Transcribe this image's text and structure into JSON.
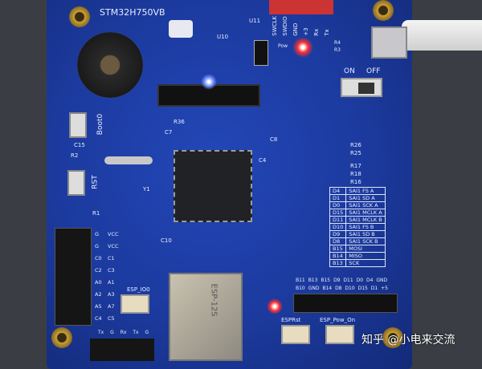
{
  "board": {
    "title": "STM32H750VB",
    "colors": {
      "pcb": "#1c3a9e",
      "background": "#3a3d44",
      "led_red": "#ff3030",
      "led_blue": "#6f8cff"
    },
    "top_header": {
      "pins": [
        "SWCLK",
        "SWDIO",
        "GND",
        "+3",
        "Rx",
        "Tx"
      ],
      "pow_label": "Pow",
      "refs": [
        "R4",
        "R3"
      ]
    },
    "switch": {
      "on": "ON",
      "off": "OFF"
    },
    "buttons": {
      "boot": "Boot0",
      "reset": "RST",
      "esp_io0": "ESP_IO0",
      "esp_rst": "ESPRst",
      "esp_pow": "ESP_Pow_On"
    },
    "refs": {
      "u11": "U11",
      "u10": "U10",
      "c15": "C15",
      "c7": "C7",
      "r36": "R36",
      "c8": "C8",
      "c10": "C10",
      "c4": "C4",
      "r26": "R26",
      "r25": "R25",
      "r17": "R17",
      "r18": "R18",
      "r16": "R16",
      "r2": "R2",
      "r1": "R1",
      "y1": "Y1"
    },
    "left_header": [
      [
        "G",
        "VCC"
      ],
      [
        "G",
        "VCC"
      ],
      [
        "C0",
        "C1"
      ],
      [
        "C2",
        "C3"
      ],
      [
        "A0",
        "A1"
      ],
      [
        "A2",
        "A3"
      ],
      [
        "A5",
        "A7"
      ],
      [
        "C4",
        "C5"
      ]
    ],
    "bottom_header": [
      "Tx",
      "G",
      "Rx",
      "Tx",
      "G"
    ],
    "pin_map": [
      [
        "D4",
        "SAI1 FS A"
      ],
      [
        "D1",
        "SAI1 SD A"
      ],
      [
        "D0",
        "SAI1 SCK A"
      ],
      [
        "D15",
        "SAI1 MCLK A"
      ],
      [
        "D11",
        "SAI1 MCLK B"
      ],
      [
        "D10",
        "SAI1 FS B"
      ],
      [
        "D9",
        "SAI1 SD B"
      ],
      [
        "D8",
        "SAI1 SCK B"
      ],
      [
        "B15",
        "MOSI"
      ],
      [
        "B14",
        "MISO"
      ],
      [
        "B13",
        "SCK"
      ]
    ],
    "right_header_top": [
      "B11",
      "B13",
      "B15",
      "D9",
      "D11",
      "D0",
      "D4",
      "GND"
    ],
    "right_header_bottom": [
      "B10",
      "GND",
      "B14",
      "D8",
      "D10",
      "D15",
      "D1",
      "+5"
    ],
    "esp_module": "ESP-12S"
  },
  "watermark": "知乎 @小电来交流"
}
